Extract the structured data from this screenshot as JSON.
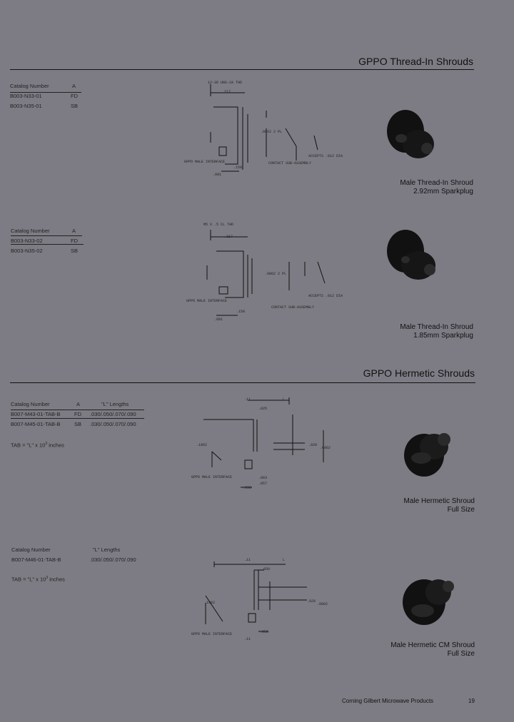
{
  "sections": [
    {
      "title": "GPPO Thread-In Shrouds"
    },
    {
      "title": "GPPO Hermetic Shrouds"
    }
  ],
  "block1": {
    "headers": {
      "catalog": "Catalog Number",
      "a": "A"
    },
    "rows": [
      {
        "catalog": "B003-N33-01",
        "a": "FD"
      },
      {
        "catalog": "B003-N35-01",
        "a": "SB"
      }
    ],
    "drawing_labels": [
      "12-36 UNS-2A THD",
      ".217",
      ".0862 2 PL",
      "GPPO MALE INTERFACE",
      "CONTACT SUB-ASSEMBLY",
      "ACCEPTS .012 DIA",
      ".150",
      ".091"
    ],
    "caption_line1": "Male Thread-In Shroud",
    "caption_line2": "2.92mm Sparkplug"
  },
  "block2": {
    "headers": {
      "catalog": "Catalog Number",
      "a": "A"
    },
    "rows": [
      {
        "catalog": "B003-N33-02",
        "a": "FD"
      },
      {
        "catalog": "B003-N35-02",
        "a": "SB"
      }
    ],
    "drawing_labels": [
      "M5 X .5 CL THD",
      ".217",
      ".0862 2 PL",
      "GPPO MALE INTERFACE",
      "CONTACT SUB-ASSEMBLY",
      "ACCEPTS .012 DIA",
      ".150",
      ".091"
    ],
    "caption_line1": "Male Thread-In Shroud",
    "caption_line2": "1.85mm Sparkplug"
  },
  "block3": {
    "headers": {
      "catalog": "Catalog Number",
      "a": "A",
      "l": "\"L\" Lengths"
    },
    "rows": [
      {
        "catalog": "B007-M43-01-TAB-B",
        "a": "FD",
        "l": ".030/.050/.070/.090"
      },
      {
        "catalog": "B007-M45-01-TAB-B",
        "a": "SB",
        "l": ".030/.050/.070/.090"
      }
    ],
    "note_prefix": "TAB = \"L\" x 10",
    "note_exp": "3",
    "note_suffix": " inches",
    "drawing_labels": [
      ".11",
      "L",
      ".025",
      ".1962",
      ".0862",
      ".020",
      "GPPO MALE INTERFACE",
      ".063",
      ".057",
      ".036"
    ],
    "caption_line1": "Male Hermetic Shroud",
    "caption_line2": "Full Size"
  },
  "block4": {
    "headers": {
      "catalog": "Catalog Number",
      "l": "\"L\" Lengths"
    },
    "rows": [
      {
        "catalog": "B007-M46-01-TAB-B",
        "l": ".030/.050/.070/.090"
      }
    ],
    "note_prefix": "TAB = \"L\" x 10",
    "note_exp": "3",
    "note_suffix": " inches",
    "drawing_labels": [
      ".11",
      "L",
      ".050",
      ".1962",
      ".0862",
      ".020",
      "GPPO MALE INTERFACE",
      ".050",
      ".11"
    ],
    "caption_line1": "Male Hermetic CM Shroud",
    "caption_line2": "Full Size"
  },
  "footer": {
    "company": "Corning Gilbert Microwave Products",
    "page_number": "19"
  }
}
